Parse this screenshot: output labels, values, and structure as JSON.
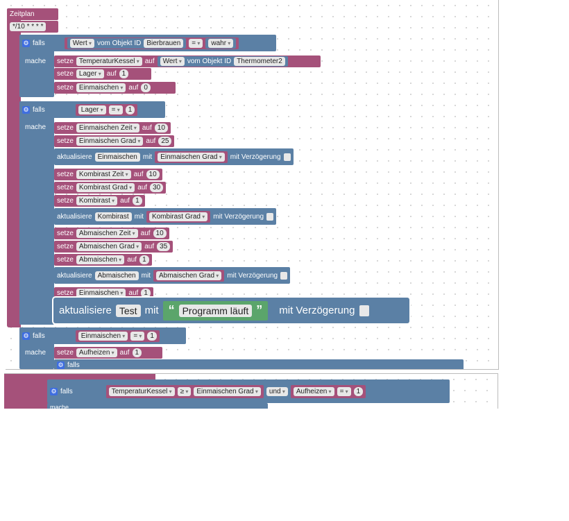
{
  "schedule": {
    "title": "Zeitplan",
    "cron": "*/10 * * * *"
  },
  "kw": {
    "falls": "falls",
    "mache": "mache",
    "setze": "setze",
    "auf": "auf",
    "aktualisiere": "aktualisiere",
    "mit": "mit",
    "mit_verz": "mit Verzögerung",
    "wert": "Wert",
    "vom_objekt": "vom Objekt ID",
    "und": "und"
  },
  "if1": {
    "object": "Bierbrauen",
    "op": "=",
    "value": "wahr",
    "sets": [
      {
        "var": "TemperaturKessel",
        "obj_prop": "Wert",
        "object": "Thermometer2"
      },
      {
        "var": "Lager",
        "value": "1"
      },
      {
        "var": "Einmaischen",
        "value": "0"
      }
    ]
  },
  "if2": {
    "var": "Lager",
    "op": "=",
    "value": "1",
    "rows": [
      {
        "type": "set",
        "var": "Einmaischen Zeit",
        "value": "10"
      },
      {
        "type": "set",
        "var": "Einmaischen Grad",
        "value": "25"
      },
      {
        "type": "update",
        "target": "Einmaischen",
        "with": "Einmaischen Grad"
      },
      {
        "type": "set",
        "var": "Kombirast Zeit",
        "value": "10"
      },
      {
        "type": "set",
        "var": "Kombirast Grad",
        "value": "30"
      },
      {
        "type": "set",
        "var": "Kombirast",
        "value": "1"
      },
      {
        "type": "update",
        "target": "Kombirast",
        "with": "Kombirast Grad"
      },
      {
        "type": "set",
        "var": "Abmaischen Zeit",
        "value": "10"
      },
      {
        "type": "set",
        "var": "Abmaischen Grad",
        "value": "35"
      },
      {
        "type": "set",
        "var": "Abmaischen",
        "value": "1"
      },
      {
        "type": "update",
        "target": "Abmaischen",
        "with": "Abmaischen Grad"
      },
      {
        "type": "set",
        "var": "Einmaischen",
        "value": "1"
      }
    ]
  },
  "dragged": {
    "target": "Test",
    "text": "Programm läuft"
  },
  "if3": {
    "var": "Einmaischen",
    "op": "=",
    "value": "1",
    "set_var": "Aufheizen",
    "set_value": "1",
    "nested": "falls"
  },
  "if4": {
    "left": "TemperaturKessel",
    "op": "≥",
    "right": "Einmaischen Grad",
    "right_var": "Aufheizen",
    "right_op": "=",
    "right_value": "1",
    "mache": "mache"
  }
}
